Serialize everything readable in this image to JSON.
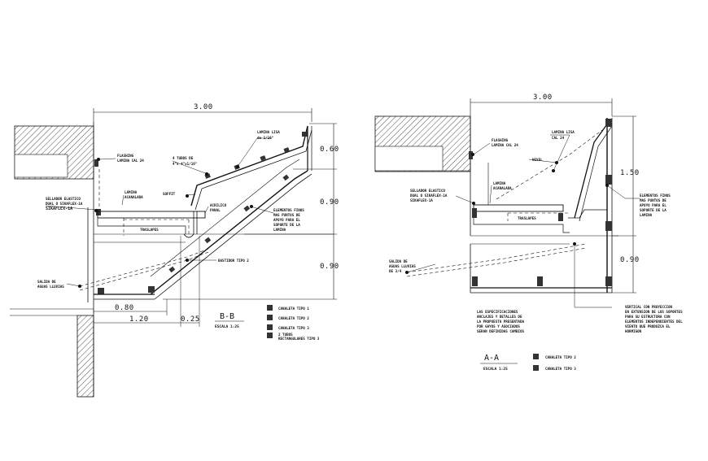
{
  "section_bb": {
    "title": "B-B",
    "scale": "ESCALA 1:25",
    "dims": {
      "top_width": "3.00",
      "right_h1": "0.60",
      "right_h2": "0.90",
      "right_h3": "0.90",
      "bottom_1": "0.80",
      "bottom_2": "1.20",
      "bottom_3": "0.25"
    },
    "notes": {
      "flashing": [
        "FLASHING",
        "LAMINA CAL 24"
      ],
      "tubes": [
        "4 TUBOS DE",
        "4\"x 4\"x1/16\""
      ],
      "lamina_lisa": [
        "LAMINA LISA",
        "de 1/16\""
      ],
      "lamina_acanalada": [
        "LAMINA",
        "ACANALADA"
      ],
      "soffit": "SOFFIT",
      "acrilico": [
        "ACRILICO",
        "PANAL"
      ],
      "sellador": [
        "SELLADOR ELASTICO",
        "DUAL O SIKAFLEX-1A",
        "SIKAFLEX-1A"
      ],
      "elementos": [
        "ELEMENTOS FINOS",
        "MAS PUNTOS DE",
        "APOYO PARA EL",
        "SOPORTE DE LA",
        "LAMINA"
      ],
      "traslapes": "TRASLAPES",
      "bastidor": "BASTIDOR TIPO 2",
      "salida": [
        "SALIDA DE",
        "AGUAS LLUVIAS"
      ]
    },
    "legend": [
      "CANALETA TIPO 1",
      "CANALETA TIPO 2",
      "CANALETA TIPO 3",
      "2 TUBOS",
      "RECTANGULARES TIPO 3"
    ]
  },
  "section_aa": {
    "title": "A-A",
    "scale": "ESCALA 1:25",
    "dims": {
      "top_width": "3.00",
      "right_h1": "1.50",
      "right_h2": "0.90"
    },
    "notes": {
      "flashing": [
        "FLASHING",
        "LAMINA CAL 24"
      ],
      "lamina_lisa": [
        "LAMINA LISA",
        "CAL 24"
      ],
      "nivel": "NIVEL",
      "lamina_acanalada": [
        "LAMINA",
        "ACANALADA"
      ],
      "sellador": [
        "SELLADOR ELASTICO",
        "DUAL O SIKAFLEX-1A",
        "SIKAFLEX-1A"
      ],
      "elementos": [
        "ELEMENTOS FINOS",
        "MAS PUNTOS DE",
        "APOYO PARA EL",
        "SOPORTE DE LA",
        "LAMINA"
      ],
      "traslapes": "TRASLAPES",
      "salida": [
        "SALIDA DE",
        "AGUAS LLUVIAS",
        "DE 3/4"
      ],
      "general": [
        "LAS ESPECIFICACIONES",
        "ANCLAJES Y DETALLES DE",
        "LA PROPUESTA PRESENTADA",
        "POR GAYOS Y ASOCIADOS",
        "SERAN DEFINIDAS CAMBIOS"
      ],
      "vertical": [
        "VERTICAL CON PROYECCION",
        "EN EXTENSION DE LOS SOPORTES",
        "PARA SU ESTRUCTURA CON",
        "ELEMENTOS INDEPENDIENTES DEL",
        "VIENTO QUE PRODUZCA EL",
        "HORMIGON"
      ]
    },
    "legend": [
      "CANALETA TIPO 2",
      "CANALETA TIPO 3"
    ]
  }
}
